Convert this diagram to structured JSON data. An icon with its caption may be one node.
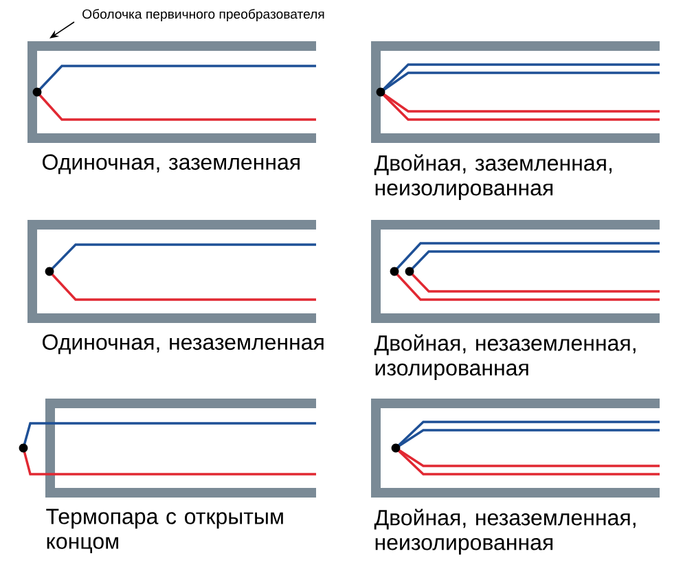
{
  "diagram": {
    "nodes": [
      {
        "text": [
          "Оболочка первичного преобразователя"
        ]
      },
      {
        "text": [],
        "shape": "box",
        "beside": [
          "Одиночная, заземленная"
        ]
      },
      {
        "text": [],
        "shape": "box",
        "beside": [
          "Двойная, заземленная, неизолированная"
        ]
      },
      {
        "text": [],
        "shape": "box",
        "beside": [
          "Одиночная, незаземленная"
        ]
      },
      {
        "text": [],
        "shape": "box",
        "beside": [
          "Двойная, незаземленная, изолированная"
        ]
      },
      {
        "text": [],
        "shape": "box",
        "beside": [
          "Термопара с открытым концом"
        ]
      },
      {
        "text": [],
        "shape": "box",
        "beside": [
          "Двойная, незаземленная, неизолированная"
        ]
      }
    ],
    "edges": [
      {
        "from": 0,
        "to": 1,
        "arrow": "to"
      }
    ]
  }
}
